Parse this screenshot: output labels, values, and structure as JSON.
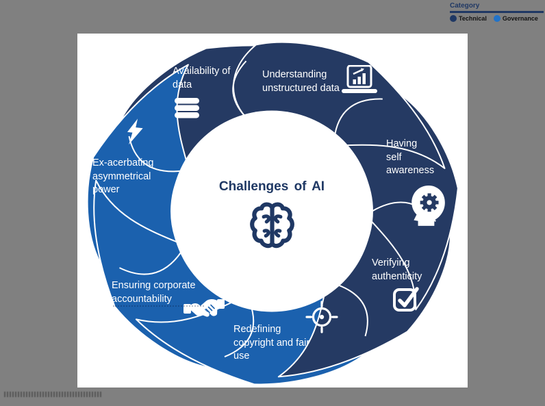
{
  "page": {
    "background": "#808080",
    "card_background": "#ffffff"
  },
  "legend": {
    "title": "Category",
    "items": [
      {
        "label": "Technical",
        "color": "#1f3864"
      },
      {
        "label": "Governance",
        "color": "#2173c9"
      }
    ]
  },
  "diagram": {
    "center_title": "Challenges of AI",
    "center_icon": "brain-icon",
    "colors": {
      "technical_petal": "#253a63",
      "governance_petal": "#1b61ae",
      "title_text": "#1f3864",
      "petal_text": "#ffffff"
    },
    "petals": [
      {
        "id": "understanding-unstructured-data",
        "label": "Understanding unstructured data",
        "lines": "Understanding\nunstructured data",
        "category": "Technical",
        "icon": "laptop-chart-icon"
      },
      {
        "id": "having-self-awareness",
        "label": "Having self awareness",
        "lines": "Having\nself\nawareness",
        "category": "Technical",
        "icon": "head-gear-icon"
      },
      {
        "id": "verifying-authenticity",
        "label": "Verifying authenticity",
        "lines": "Verifying\nauthenticity",
        "category": "Technical",
        "icon": "checkbox-checked-icon"
      },
      {
        "id": "redefining-copyright-fair-use",
        "label": "Redefining copyright and fair use",
        "lines": "Redefining\ncopyright and fair\nuse",
        "category": "Governance",
        "icon": "target-crosshair-icon"
      },
      {
        "id": "ensuring-corporate-accountability",
        "label": "Ensuring corporate accountability",
        "lines": "Ensuring corporate\naccountability",
        "category": "Governance",
        "icon": "handshake-icon"
      },
      {
        "id": "exacerbating-asymmetrical-power",
        "label": "Ex-acerbating asymmetrical power",
        "lines": "Ex-acerbating\nasymmetrical\npower",
        "category": "Governance",
        "icon": "lightning-bolt-icon"
      },
      {
        "id": "availability-of-data",
        "label": "Availability of data",
        "lines": "Availability of\ndata",
        "category": "Technical",
        "icon": "database-icon"
      }
    ]
  }
}
